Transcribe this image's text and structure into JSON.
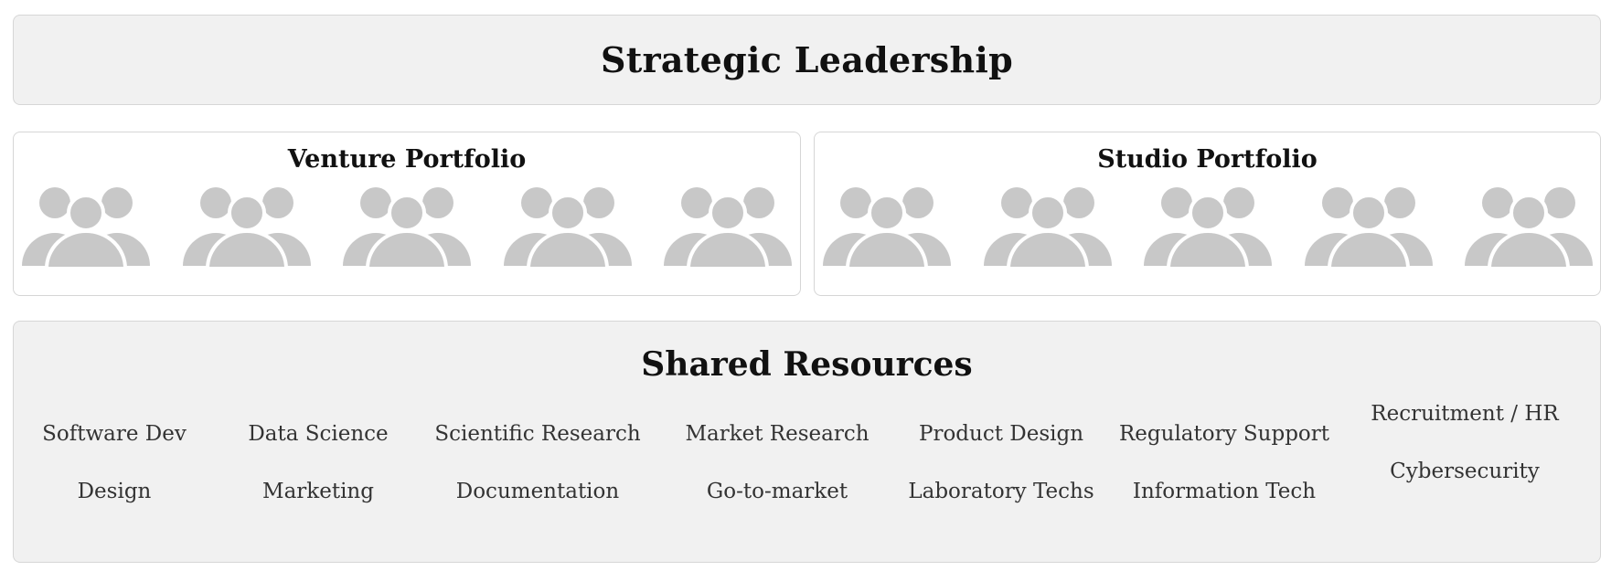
{
  "leadership": {
    "title": "Strategic Leadership"
  },
  "portfolios": {
    "venture": {
      "title": "Venture Portfolio",
      "team_count": 5
    },
    "studio": {
      "title": "Studio Portfolio",
      "team_count": 5
    }
  },
  "shared_resources": {
    "title": "Shared Resources",
    "columns": [
      [
        "Software Dev",
        "Design"
      ],
      [
        "Data Science",
        "Marketing"
      ],
      [
        "Scientific Research",
        "Documentation"
      ],
      [
        "Market Research",
        "Go-to-market"
      ],
      [
        "Product Design",
        "Laboratory Techs"
      ],
      [
        "Regulatory Support",
        "Information Tech"
      ],
      [
        "Recruitment / HR",
        "Cybersecurity"
      ]
    ]
  },
  "colors": {
    "panel_grey": "#f1f1f1",
    "panel_border": "#d6d6d6",
    "team_icon": "#c8c8c8",
    "title_text": "#111111",
    "resource_text": "#333333"
  },
  "icons": {
    "team": "group-of-people-icon"
  }
}
